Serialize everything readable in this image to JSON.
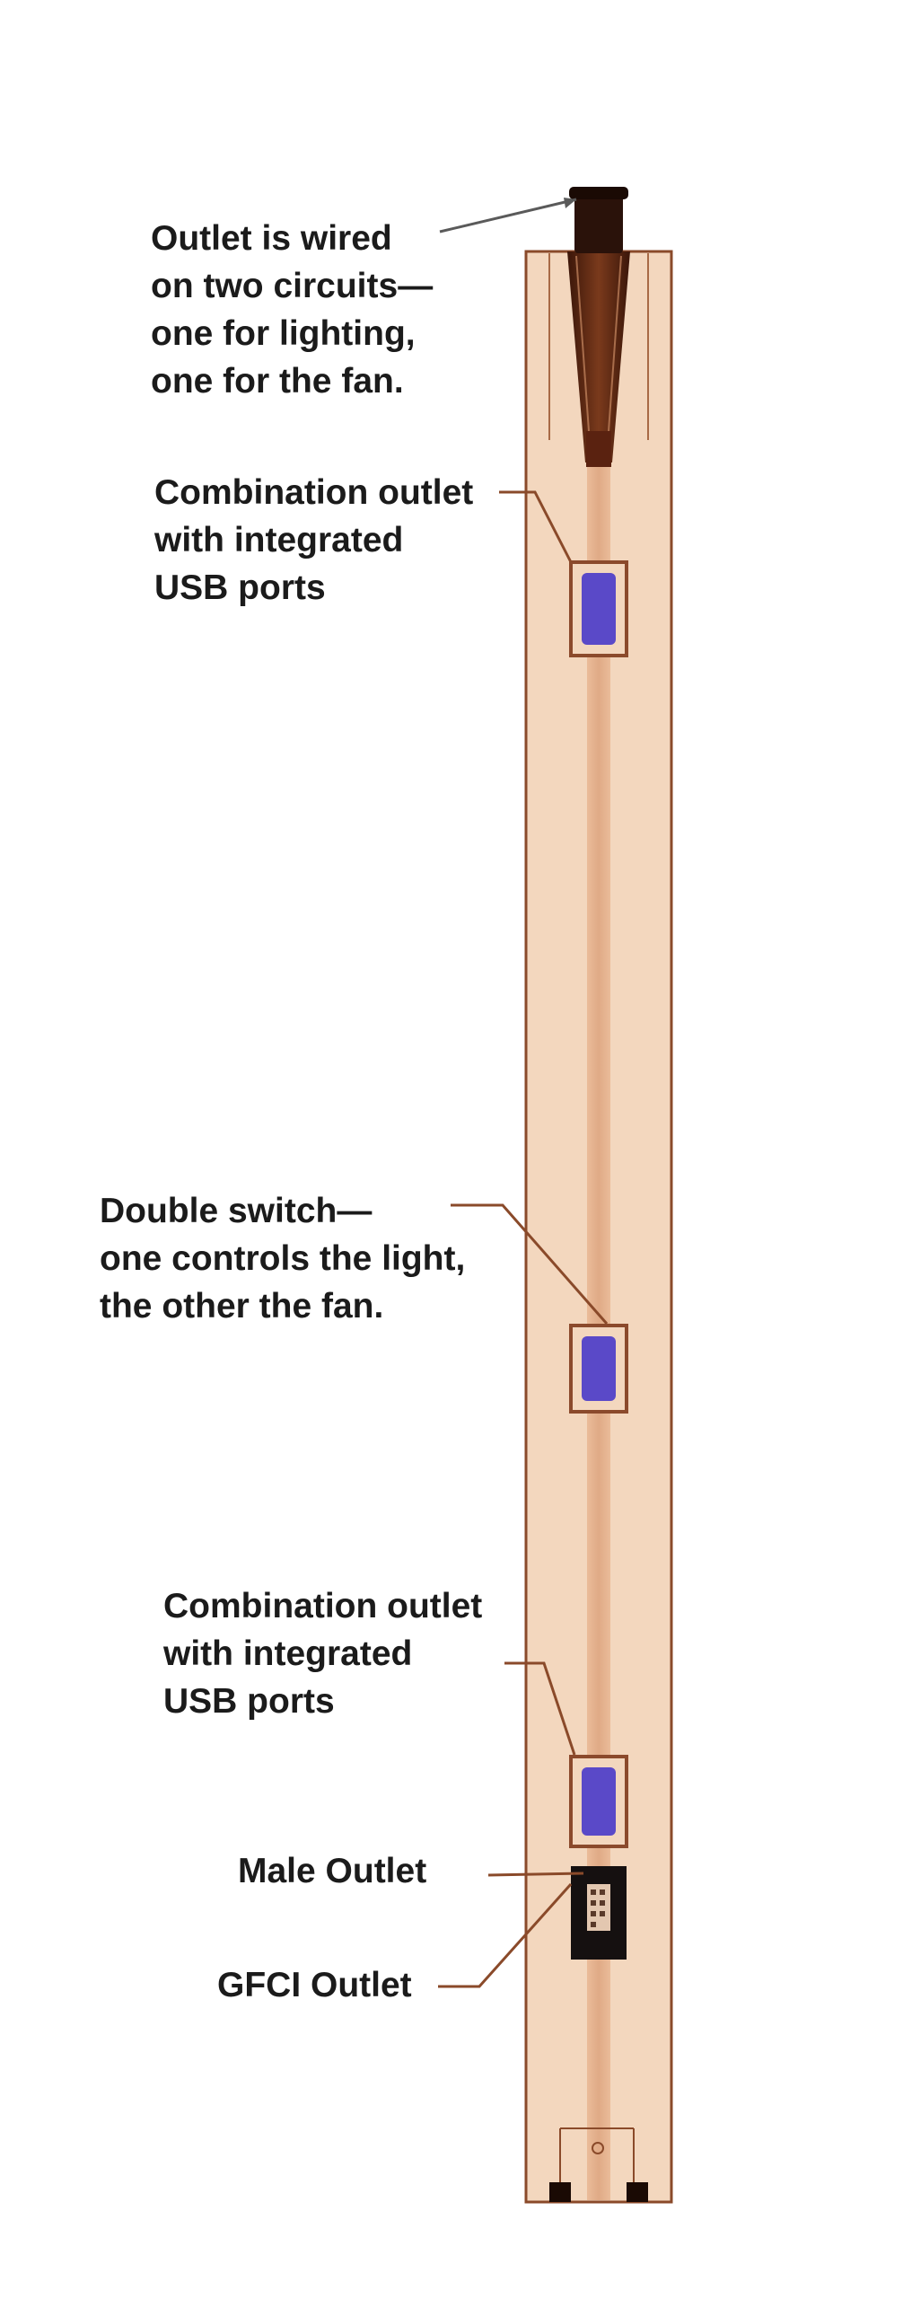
{
  "callouts": {
    "circuits": {
      "lines": [
        "Outlet is wired",
        "on two circuits—",
        "one for lighting,",
        "one for the fan."
      ]
    },
    "combo_top": {
      "lines": [
        "Combination outlet",
        "with integrated",
        "USB ports"
      ]
    },
    "double_switch": {
      "lines": [
        "Double switch—",
        "one controls the light,",
        "the other the fan."
      ]
    },
    "combo_bottom": {
      "lines": [
        "Combination outlet",
        "with integrated",
        "USB ports"
      ]
    },
    "male_outlet": {
      "text": "Male Outlet"
    },
    "gfci_outlet": {
      "text": "GFCI Outlet"
    }
  },
  "colors": {
    "post_fill": "#f3d7be",
    "post_edge": "#8a4a2a",
    "channel": "#e6b590",
    "plug": "#2a120a",
    "cord": "#6b2f17",
    "box": "#8b4a2c",
    "receptacle": "#5a49c8",
    "leader": "#8a4a2a"
  }
}
